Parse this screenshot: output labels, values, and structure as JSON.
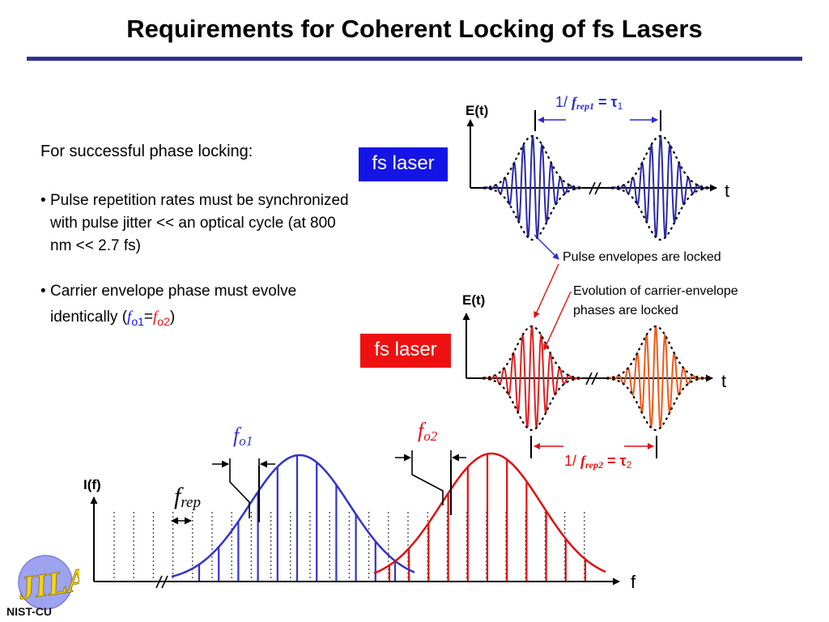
{
  "title": "Requirements for Coherent Locking of fs Lasers",
  "left_text": {
    "intro": "For successful phase locking:",
    "bullet_char": "•",
    "bullet1": "Pulse repetition rates must be synchronized with pulse jitter << an optical cycle (at 800 nm << 2.7 fs)",
    "bullet2_prefix": "Carrier envelope phase must evolve identically (",
    "bullet2_fo1_f": "f",
    "bullet2_fo1_sub": "o1",
    "bullet2_eq": "=",
    "bullet2_fo2_f": "f",
    "bullet2_fo2_sub": "o2",
    "bullet2_suffix": ")"
  },
  "laser1": {
    "label": "fs laser",
    "color": "#1414e6"
  },
  "laser2": {
    "label": "fs laser",
    "color": "#ee1111"
  },
  "top_plot": {
    "y_label": "E(t)",
    "x_label": "t",
    "period_prefix": "1/ ",
    "period_f": "f",
    "period_sub": "rep1",
    "period_eq": " = τ",
    "period_tau_sub": "1",
    "color": "#2a2aa8",
    "label_color": "#2a2ad0"
  },
  "bottom_plot": {
    "y_label": "E(t)",
    "x_label": "t",
    "period_prefix": "1/ ",
    "period_f": "f",
    "period_sub": "rep2",
    "period_eq": " = τ",
    "period_tau_sub": "2",
    "color": "#e02020",
    "color_second": "#ee5a1a",
    "label_color": "#e01010"
  },
  "annotations": {
    "envelopes": "Pulse envelopes are locked",
    "phases_line1": "Evolution of carrier-envelope",
    "phases_line2": "phases are locked"
  },
  "spectrum": {
    "y_label": "I(f)",
    "x_label": "f",
    "frep_f": "f",
    "frep_sub": "rep",
    "fo1_f": "f",
    "fo1_sub": "o1",
    "fo2_f": "f",
    "fo2_sub": "o2",
    "comb1_color": "#3333cc",
    "comb2_color": "#e01010"
  },
  "logo": {
    "text_top": "JILA",
    "text_bottom": "NIST-CU"
  }
}
